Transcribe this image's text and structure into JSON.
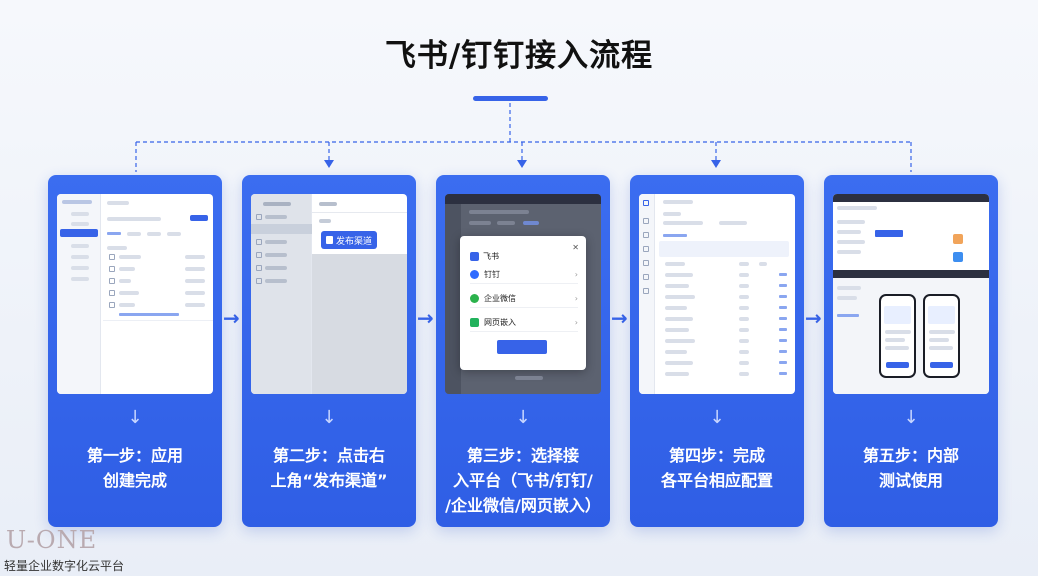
{
  "page": {
    "title": "飞书/钉钉接入流程",
    "brand_logo": "U-ONE",
    "brand_tagline": "轻量企业数字化云平台",
    "accent_color": "#3763e8"
  },
  "steps": [
    {
      "line1": "第一步：应用",
      "line2": "创建完成",
      "line3": ""
    },
    {
      "line1": "第二步：点击右",
      "line2": "上角“发布渠道”",
      "line3": ""
    },
    {
      "line1": "第三步：选择接",
      "line2": "入平台（飞书/钉钉/",
      "line3": "/企业微信/网页嵌入）"
    },
    {
      "line1": "第四步：完成",
      "line2": "各平台相应配置",
      "line3": ""
    },
    {
      "line1": "第五步：内部",
      "line2": "测试使用",
      "line3": ""
    }
  ],
  "step2_shot": {
    "publish_button": "发布渠道"
  },
  "step3_shot": {
    "dialog_title": "飞书",
    "options": [
      "钉钉",
      "企业微信",
      "网页嵌入"
    ],
    "option_colors": [
      "#2f6bff",
      "#2bb24c",
      "#22b25c"
    ],
    "close_icon": "close-icon",
    "chevron_icon": "chevron-right-icon"
  },
  "icons": {
    "down_arrow": "↓",
    "right_arrow": "→"
  }
}
